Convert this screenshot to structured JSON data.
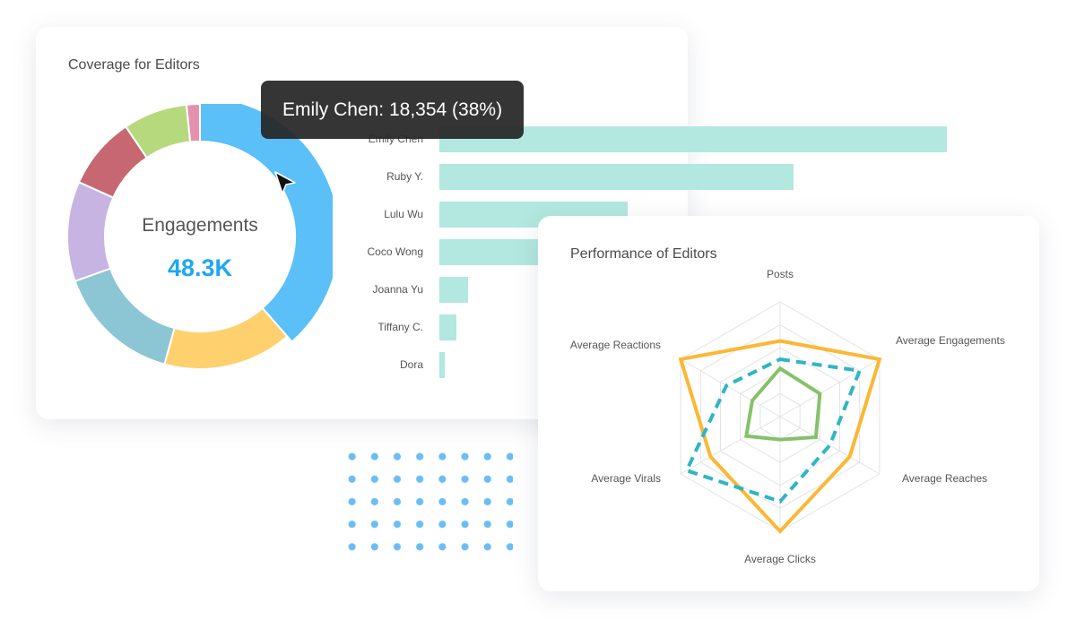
{
  "chart_data": [
    {
      "type": "donut",
      "title": "Coverage for Editors",
      "center_caption": "Engagements",
      "center_value": "48.3K",
      "slices": [
        {
          "value": 38.0,
          "color": "#5bbff8"
        },
        {
          "value": 15.5,
          "color": "#ffd06e"
        },
        {
          "value": 15.0,
          "color": "#8cc6d4"
        },
        {
          "value": 12.0,
          "color": "#c7b4e3"
        },
        {
          "value": 8.7,
          "color": "#c76771"
        },
        {
          "value": 7.7,
          "color": "#b7d97e"
        },
        {
          "value": 1.6,
          "color": "#e591ae"
        }
      ],
      "tooltip": "Emily Chen: 18,354 (38%)"
    },
    {
      "type": "bar",
      "orientation": "horizontal",
      "categories": [
        "Emily Chen",
        "Ruby Y.",
        "Lulu Wu",
        "Coco Wong",
        "Joanna Yu",
        "Tiffany C.",
        "Dora"
      ],
      "values": [
        18354,
        12800,
        6800,
        4200,
        1050,
        620,
        180
      ],
      "xlim": [
        0,
        18354
      ],
      "color": "#b2e8df"
    },
    {
      "type": "radar",
      "title": "Performance of Editors",
      "axes": [
        "Posts",
        "Average Engagements",
        "Average Reaches",
        "Average Clicks",
        "Average Virals",
        "Average Reactions"
      ],
      "max": 5,
      "series": [
        {
          "color": "#fbb735",
          "style": "solid",
          "values": [
            3.3,
            5.0,
            3.5,
            5.0,
            3.5,
            5.0
          ]
        },
        {
          "color": "#2fb5c4",
          "style": "dashed",
          "values": [
            2.5,
            4.0,
            2.5,
            3.7,
            4.7,
            2.7
          ]
        },
        {
          "color": "#86c16a",
          "style": "solid",
          "values": [
            2.1,
            2.0,
            1.8,
            1.0,
            1.7,
            1.4
          ]
        }
      ]
    }
  ]
}
